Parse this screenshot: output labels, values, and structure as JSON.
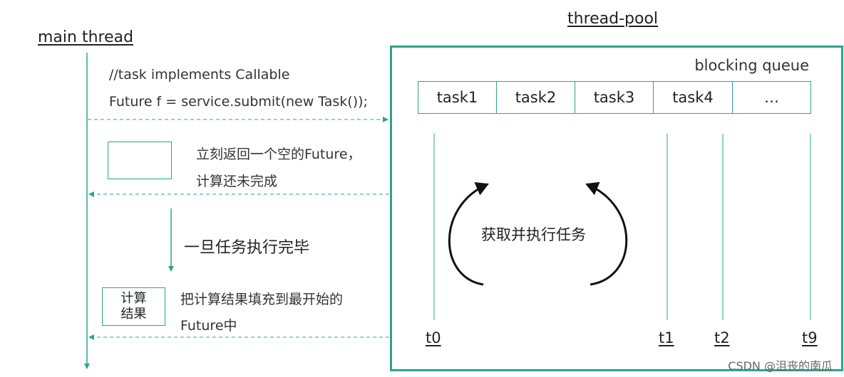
{
  "main_thread": {
    "title": "main thread",
    "code_line1": "//task implements Callable",
    "code_line2": "Future f = service.submit(new Task());",
    "return_line1": "立刻返回一个空的Future，",
    "return_line2": "计算还未完成",
    "done_label": "一旦任务执行完毕",
    "result_box_line1": "计算",
    "result_box_line2": "结果",
    "fill_line1": "把计算结果填充到最开始的",
    "fill_line2": "Future中"
  },
  "thread_pool": {
    "title": "thread-pool",
    "queue_label": "blocking queue",
    "queue_items": [
      "task1",
      "task2",
      "task3",
      "task4",
      "…"
    ],
    "loop_label": "获取并执行任务",
    "threads": [
      "t0",
      "t1",
      "t2",
      "t9"
    ]
  },
  "colors": {
    "accent": "#2aa58c",
    "text": "#222222"
  },
  "watermark": "CSDN @沮丧的南瓜"
}
